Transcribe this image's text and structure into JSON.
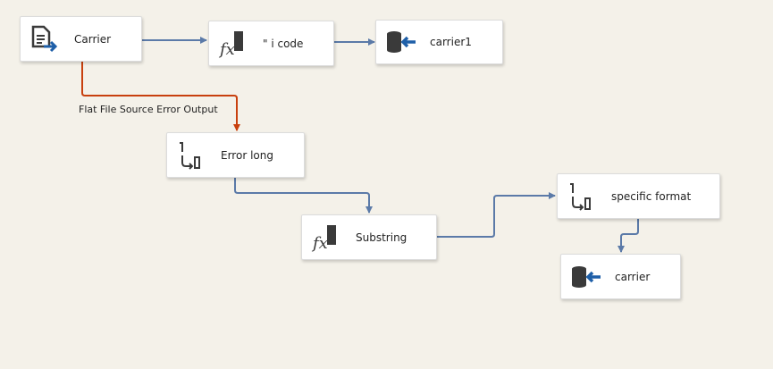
{
  "nodes": {
    "carrier_source": {
      "label": "Carrier",
      "icon": "flat-file-source-icon"
    },
    "i_code": {
      "label": "\" i code",
      "icon": "derived-column-icon"
    },
    "carrier1": {
      "label": "carrier1",
      "icon": "ole-db-destination-icon"
    },
    "error_long": {
      "label": "Error long",
      "icon": "data-conversion-icon"
    },
    "substring": {
      "label": "Substring",
      "icon": "derived-column-icon"
    },
    "specific_format": {
      "label": "specific format",
      "icon": "data-conversion-icon"
    },
    "carrier_dest": {
      "label": "carrier",
      "icon": "ole-db-destination-icon"
    }
  },
  "paths": {
    "error_output_label": "Flat File Source Error Output"
  },
  "colors": {
    "data_path": "#5b7aa8",
    "error_path": "#c8400e",
    "background": "#f4f1e9"
  }
}
